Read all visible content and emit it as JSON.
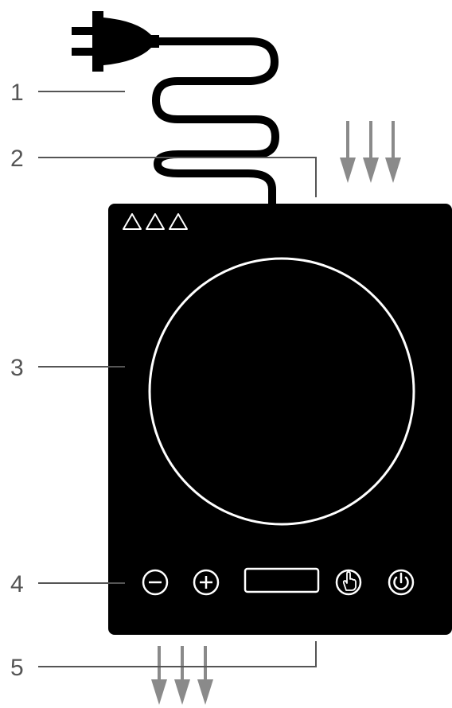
{
  "callouts": [
    {
      "id": "power-cord",
      "number": "1"
    },
    {
      "id": "air-intake",
      "number": "2"
    },
    {
      "id": "cooking-zone",
      "number": "3"
    },
    {
      "id": "control-panel",
      "number": "4"
    },
    {
      "id": "air-exhaust",
      "number": "5"
    }
  ],
  "controls": [
    {
      "id": "minus",
      "icon": "minus-circle-icon"
    },
    {
      "id": "plus",
      "icon": "plus-circle-icon"
    },
    {
      "id": "display",
      "icon": "display-window"
    },
    {
      "id": "touch",
      "icon": "hand-touch-icon"
    },
    {
      "id": "power",
      "icon": "power-icon"
    }
  ],
  "warning_icons": [
    "triangle-icon",
    "triangle-icon",
    "triangle-icon"
  ],
  "colors": {
    "cooktop": "#000000",
    "ring": "#ffffff",
    "line": "#555555",
    "arrow": "#8a8a8a",
    "text": "#555555"
  }
}
